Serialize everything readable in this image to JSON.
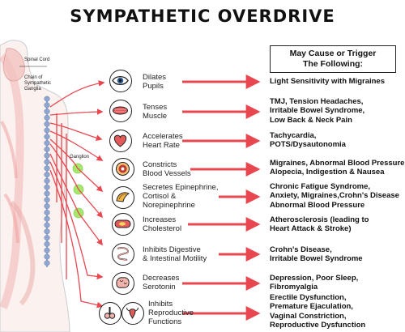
{
  "title": "SYMPATHETIC OVERDRIVE",
  "trigger_header": {
    "line1": "May Cause or Trigger",
    "line2": "The Following:"
  },
  "labels": {
    "spinal_cord": "Spinal Cord",
    "chain": [
      "Chain of",
      "Sympathetic",
      "Ganglia"
    ],
    "ganglion": "Ganglion"
  },
  "rows": [
    {
      "icon": "eye-icon",
      "effect": [
        "Dilates",
        "Pupils"
      ],
      "results": [
        "Light Sensitivity with Migraines"
      ]
    },
    {
      "icon": "muscle-icon",
      "effect": [
        "Tenses",
        "Muscle"
      ],
      "results": [
        "TMJ, Tension Headaches,",
        "Irritable Bowel Syndrome,",
        "Low Back & Neck Pain"
      ]
    },
    {
      "icon": "heart-icon",
      "effect": [
        "Accelerates",
        "Heart Rate"
      ],
      "results": [
        "Tachycardia,",
        "POTS/Dysautonomia"
      ]
    },
    {
      "icon": "blood-vessel-icon",
      "effect": [
        "Constricts",
        "Blood Vessels"
      ],
      "results": [
        "Migraines, Abnormal Blood Pressure",
        "Alopecia, Indigestion & Nausea"
      ]
    },
    {
      "icon": "adrenal-gland-icon",
      "effect": [
        "Secretes Epinephrine,",
        "Cortisol &",
        "Norepinephrine"
      ],
      "results": [
        "Chronic Fatigue Syndrome,",
        "Anxiety, Migraines,Crohn's Disease",
        "Abnormal Blood Pressure"
      ]
    },
    {
      "icon": "artery-plaque-icon",
      "effect": [
        "Increases",
        "Cholesterol"
      ],
      "results": [
        "Atherosclerosis (leading to",
        "Heart Attack & Stroke)"
      ]
    },
    {
      "icon": "intestine-icon",
      "effect": [
        "Inhibits Digestive",
        "& Intestinal Motility"
      ],
      "results": [
        "Crohn's Disease,",
        "Irritable Bowel Syndrome"
      ]
    },
    {
      "icon": "brain-icon",
      "effect": [
        "Decreases",
        "Serotonin"
      ],
      "results": [
        "Depression, Poor Sleep,",
        "Fibromyalgia"
      ]
    },
    {
      "icon": "reproductive-organs-icon",
      "effect": [
        "Inhibits",
        "Reproductive",
        "Functions"
      ],
      "results": [
        "Erectile Dysfunction,",
        "Premature Ejaculation,",
        "Vaginal Constriction,",
        "Reproductive Dysfunction"
      ]
    }
  ],
  "colors": {
    "arrow": "#e8474f",
    "ganglion": "#a6e86b",
    "chain_bead": "#8ea6cf",
    "body_outline": "#c9cdd3",
    "muscle": "#f1b4b4",
    "icon_accent": "#e35a5a"
  }
}
